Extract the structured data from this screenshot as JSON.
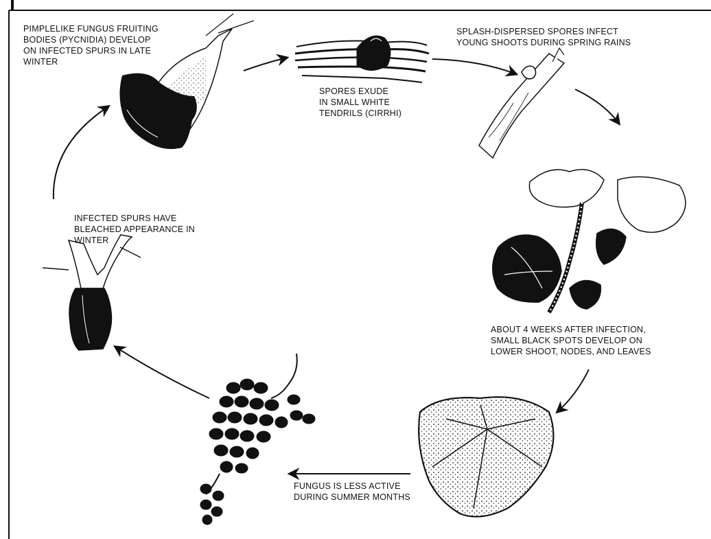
{
  "diagram": {
    "stages": [
      {
        "id": "pycnidia",
        "lines": [
          "PIMPLELIKE FUNGUS FRUITING",
          "BODIES (PYCNIDIA) DEVELOP",
          "ON INFECTED SPURS IN LATE",
          "WINTER"
        ]
      },
      {
        "id": "cirrhi",
        "lines": [
          "SPORES EXUDE",
          "IN SMALL WHITE",
          "TENDRILS (CIRRHI)"
        ]
      },
      {
        "id": "splash",
        "lines": [
          "SPLASH-DISPERSED SPORES INFECT",
          "YOUNG SHOOTS DURING SPRING RAINS"
        ]
      },
      {
        "id": "spots",
        "lines": [
          "ABOUT 4 WEEKS AFTER INFECTION,",
          "SMALL BLACK SPOTS DEVELOP ON",
          "LOWER SHOOT, NODES, AND LEAVES"
        ]
      },
      {
        "id": "summer",
        "lines": [
          "FUNGUS IS LESS ACTIVE",
          "DURING SUMMER MONTHS"
        ]
      },
      {
        "id": "bleached",
        "lines": [
          "INFECTED SPURS HAVE",
          "BLEACHED APPEARANCE IN",
          "WINTER"
        ]
      }
    ],
    "colors": {
      "ink": "#111111",
      "paper": "#ffffff"
    }
  }
}
